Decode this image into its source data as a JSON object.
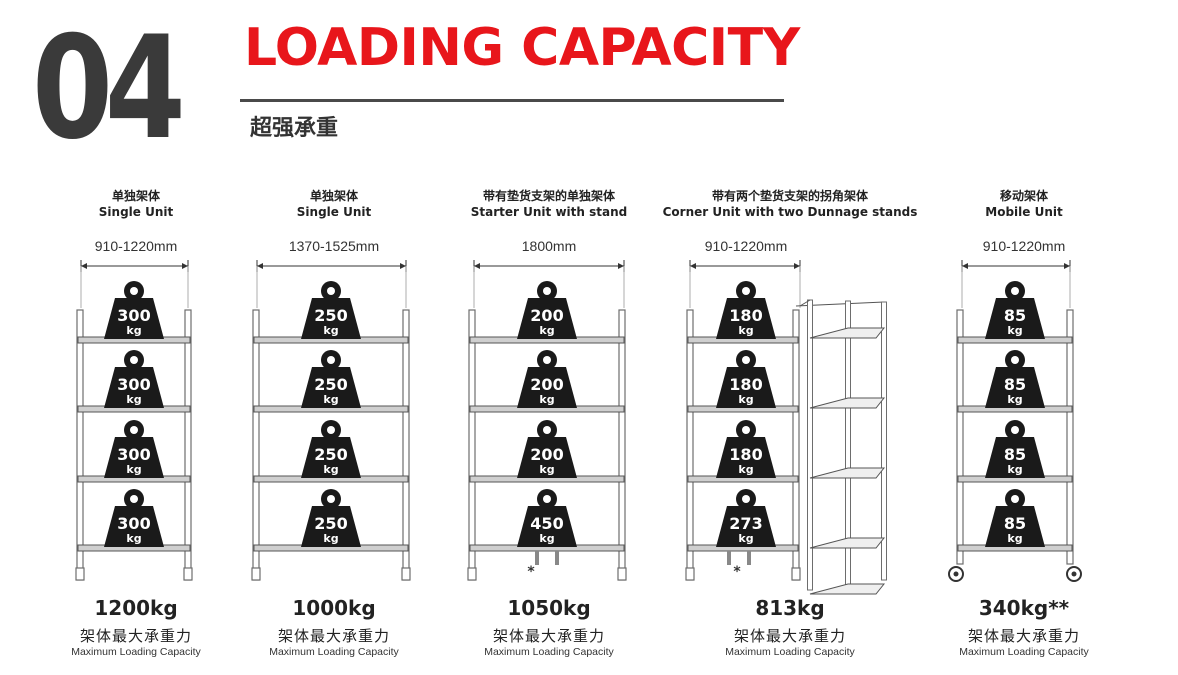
{
  "header": {
    "number": "04",
    "title": "LOADING CAPACITY",
    "subtitle": "超强承重"
  },
  "units": [
    {
      "name_cn": "单独架体",
      "name_en": "Single Unit",
      "dimension": "910-1220mm",
      "shelf_loads": [
        {
          "value": "300",
          "unit": "kg"
        },
        {
          "value": "300",
          "unit": "kg"
        },
        {
          "value": "300",
          "unit": "kg"
        },
        {
          "value": "300",
          "unit": "kg"
        }
      ],
      "total": "1200kg",
      "caption_cn": "架体最大承重力",
      "caption_en": "Maximum Loading Capacity"
    },
    {
      "name_cn": "单独架体",
      "name_en": "Single Unit",
      "dimension": "1370-1525mm",
      "shelf_loads": [
        {
          "value": "250",
          "unit": "kg"
        },
        {
          "value": "250",
          "unit": "kg"
        },
        {
          "value": "250",
          "unit": "kg"
        },
        {
          "value": "250",
          "unit": "kg"
        }
      ],
      "total": "1000kg",
      "caption_cn": "架体最大承重力",
      "caption_en": "Maximum Loading Capacity"
    },
    {
      "name_cn": "带有垫货支架的单独架体",
      "name_en": "Starter Unit with stand",
      "dimension": "1800mm",
      "shelf_loads": [
        {
          "value": "200",
          "unit": "kg"
        },
        {
          "value": "200",
          "unit": "kg"
        },
        {
          "value": "200",
          "unit": "kg"
        },
        {
          "value": "450",
          "unit": "kg"
        }
      ],
      "footnote_mark": "*",
      "total": "1050kg",
      "caption_cn": "架体最大承重力",
      "caption_en": "Maximum Loading Capacity"
    },
    {
      "name_cn": "带有两个垫货支架的拐角架体",
      "name_en": "Corner Unit with two Dunnage stands",
      "dimension": "910-1220mm",
      "shelf_loads": [
        {
          "value": "180",
          "unit": "kg"
        },
        {
          "value": "180",
          "unit": "kg"
        },
        {
          "value": "180",
          "unit": "kg"
        },
        {
          "value": "273",
          "unit": "kg"
        }
      ],
      "footnote_mark": "*",
      "total": "813kg",
      "caption_cn": "架体最大承重力",
      "caption_en": "Maximum Loading Capacity"
    },
    {
      "name_cn": "移动架体",
      "name_en": "Mobile Unit",
      "dimension": "910-1220mm",
      "shelf_loads": [
        {
          "value": "85",
          "unit": "kg"
        },
        {
          "value": "85",
          "unit": "kg"
        },
        {
          "value": "85",
          "unit": "kg"
        },
        {
          "value": "85",
          "unit": "kg"
        }
      ],
      "total": "340kg**",
      "caption_cn": "架体最大承重力",
      "caption_en": "Maximum Loading Capacity"
    }
  ]
}
